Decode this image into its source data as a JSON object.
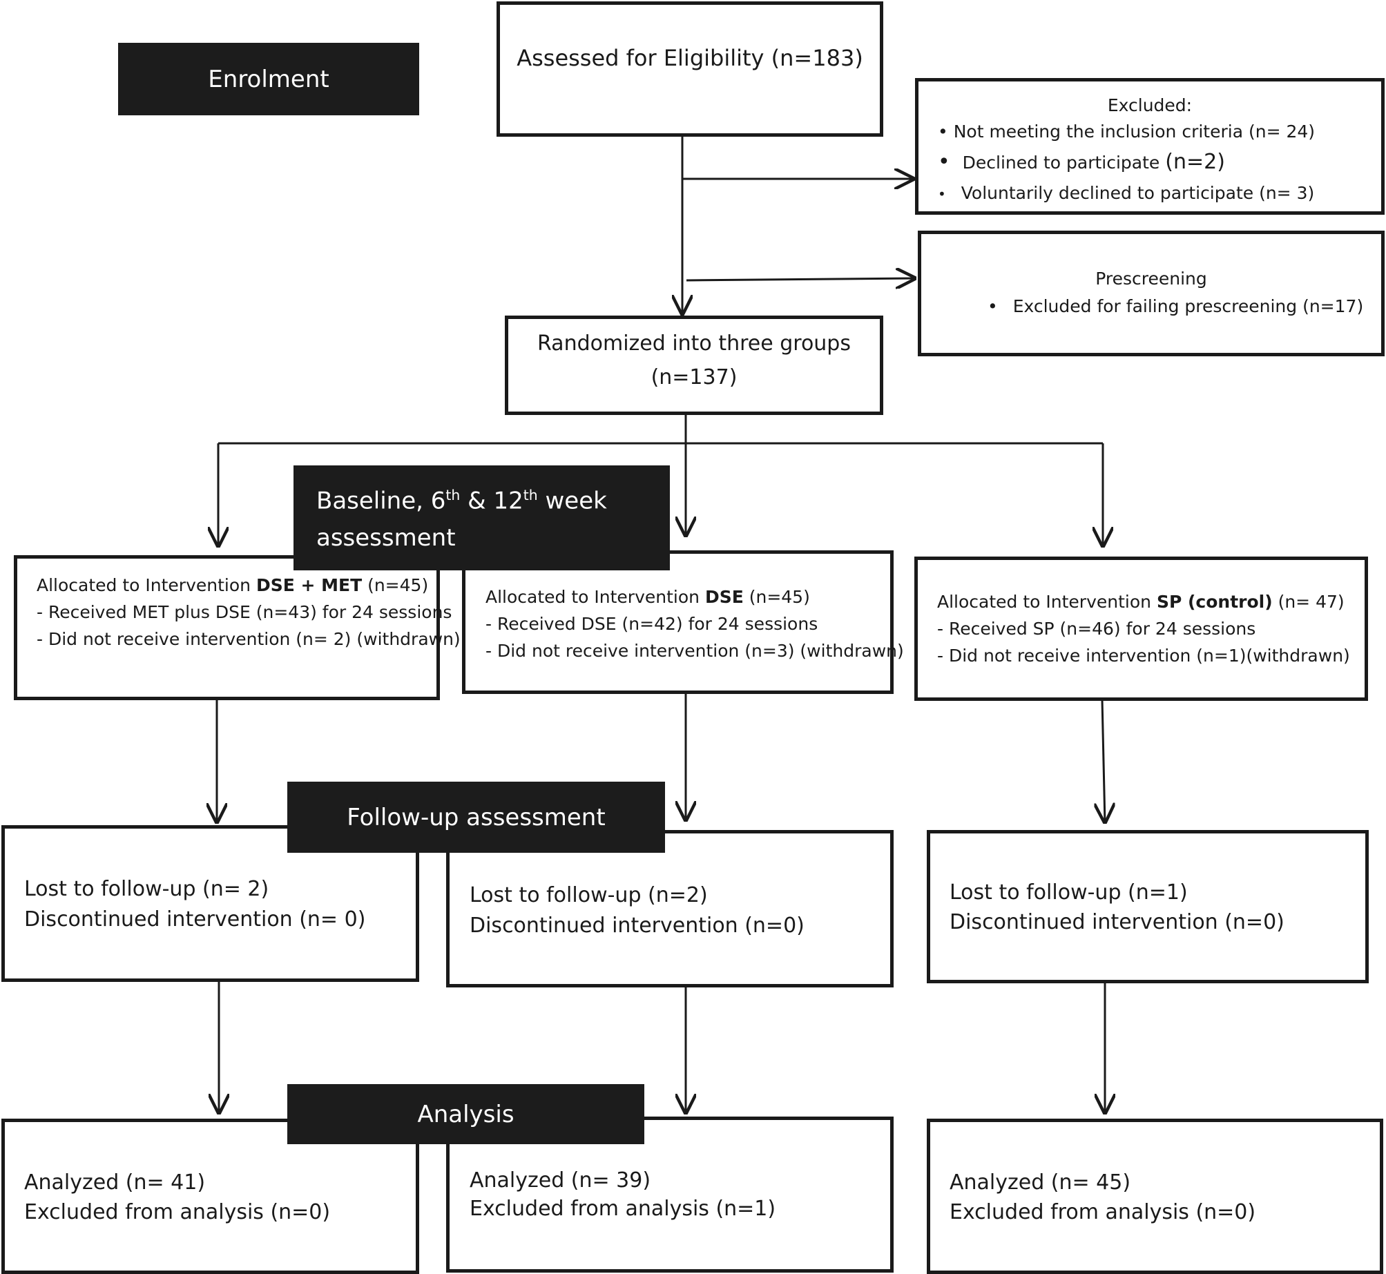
{
  "stages": {
    "enrolment": "Enrolment",
    "baseline_prefix": "Baseline, 6",
    "baseline_sup1": "th",
    "baseline_mid": " & 12",
    "baseline_sup2": "th",
    "baseline_suffix": " week",
    "baseline_line2": "assessment",
    "follow_up": "Follow-up assessment",
    "analysis": "Analysis"
  },
  "assessed": "Assessed for Eligibility (n=183)",
  "excluded": {
    "title": "Excluded:",
    "items": [
      "Not meeting the inclusion criteria (n= 24)",
      "Declined to participate",
      "(n=2)",
      "Voluntarily declined to participate (n= 3)"
    ]
  },
  "prescreening": {
    "title": "Prescreening",
    "item": "Excluded for failing prescreening (n=17)"
  },
  "randomized": {
    "line1": "Randomized into three groups",
    "line2": "(n=137)"
  },
  "allocation": [
    {
      "prefix": "Allocated to Intervention ",
      "bold": "DSE + MET",
      "suffix": " (n=45)",
      "line2": "- Received MET plus DSE (n=43) for 24 sessions",
      "line3": "- Did not receive intervention (n= 2) (withdrawn)"
    },
    {
      "prefix": "Allocated to Intervention ",
      "bold": "DSE",
      "suffix": " (n=45)",
      "line2": "- Received DSE (n=42) for 24 sessions",
      "line3": "- Did not receive intervention (n=3) (withdrawn)"
    },
    {
      "prefix": "Allocated to Intervention ",
      "bold": "SP (control)",
      "suffix": " (n= 47)",
      "line2": "- Received SP (n=46) for 24 sessions",
      "line3": "- Did not receive intervention (n=1)(withdrawn)"
    }
  ],
  "followup": [
    {
      "lost": "Lost to follow-up (n= 2)",
      "discontinued": "Discontinued intervention (n= 0)"
    },
    {
      "lost": "Lost to follow-up (n=2)",
      "discontinued": "Discontinued intervention (n=0)"
    },
    {
      "lost": "Lost to follow-up (n=1)",
      "discontinued": "Discontinued intervention (n=0)"
    }
  ],
  "analysis": [
    {
      "analyzed": "Analyzed (n= 41)",
      "excluded": "Excluded from analysis (n=0)"
    },
    {
      "analyzed": "Analyzed (n= 39)",
      "excluded": "Excluded from analysis (n=1)"
    },
    {
      "analyzed": "Analyzed (n= 45)",
      "excluded": "Excluded from analysis (n=0)"
    }
  ],
  "colors": {
    "ink": "#1a1a1a",
    "stage_bg": "#1c1c1c",
    "stage_text": "#ffffff",
    "background": "#ffffff"
  }
}
